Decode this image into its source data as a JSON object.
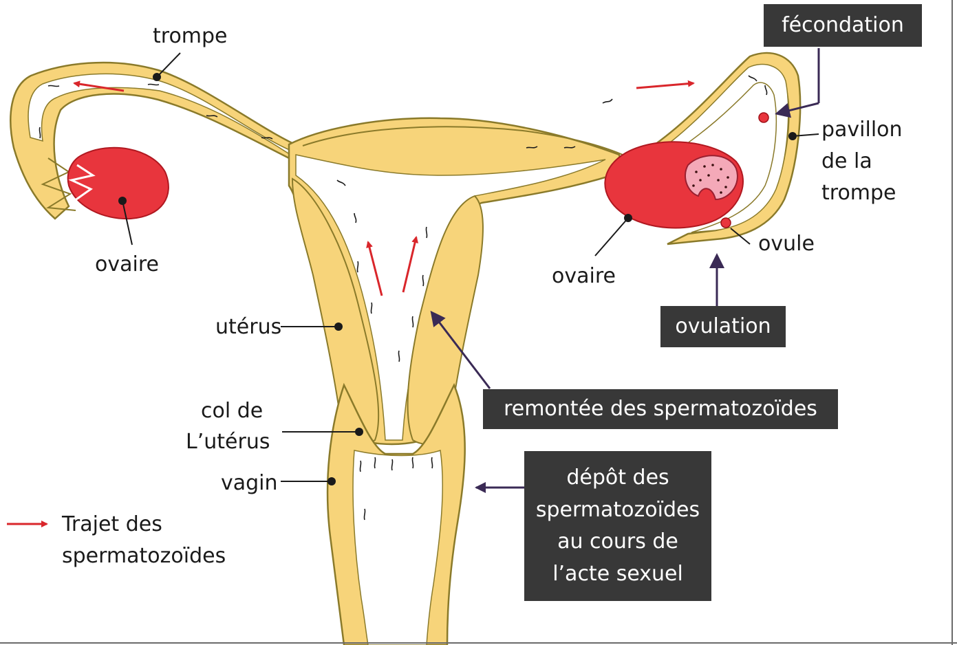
{
  "labels": {
    "trompe": "trompe",
    "ovaire_left": "ovaire",
    "ovaire_right": "ovaire",
    "uterus": "utérus",
    "col_line1": "col de",
    "col_line2": "L’utérus",
    "vagin": "vagin",
    "ovule": "ovule",
    "pavillon_line1": "pavillon",
    "pavillon_line2": "de la",
    "pavillon_line3": "trompe"
  },
  "boxes": {
    "fecondation": "fécondation",
    "ovulation": "ovulation",
    "remontee": "remontée des spermatozoïdes",
    "depot_line1": "dépôt des",
    "depot_line2": "spermatozoïdes",
    "depot_line3": "au cours de",
    "depot_line4": "l’acte sexuel"
  },
  "legend": {
    "line1": "Trajet des",
    "line2": "spermatozoïdes"
  },
  "colors": {
    "tissue": "#f7d47a",
    "outline": "#8a7a2a",
    "cavity": "#ffffff",
    "ovary": "#e8353d",
    "follicle": "#f4a9b8",
    "sperm_path_arrow": "#d9262b",
    "dark_arrow": "#3a2a55",
    "label_box": "#383838"
  }
}
